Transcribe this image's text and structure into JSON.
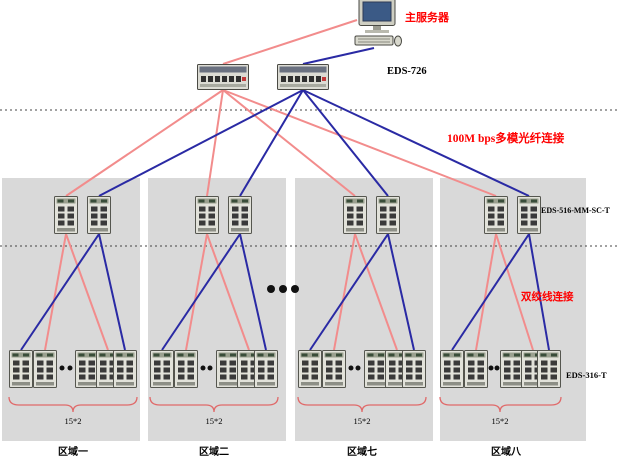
{
  "diagram": {
    "server_label": "主服务器",
    "core_switch_label": "EDS-726",
    "fiber_link_label": "100M bps多模光纤连接",
    "distribution_switch_label": "EDS-516-MM-SC-T",
    "twisted_pair_label": "双绞线连接",
    "access_switch_label": "EDS-316-T"
  },
  "zones": [
    {
      "name": "区域一",
      "count": "15*2"
    },
    {
      "name": "区域二",
      "count": "15*2"
    },
    {
      "name": "区域七",
      "count": "15*2"
    },
    {
      "name": "区域八",
      "count": "15*2"
    }
  ],
  "colors": {
    "fiber_line": "#f28c8c",
    "backbone_line": "#2a2aa4",
    "annotation_red": "#ff0000",
    "zone_background": "#d9d9d9"
  }
}
